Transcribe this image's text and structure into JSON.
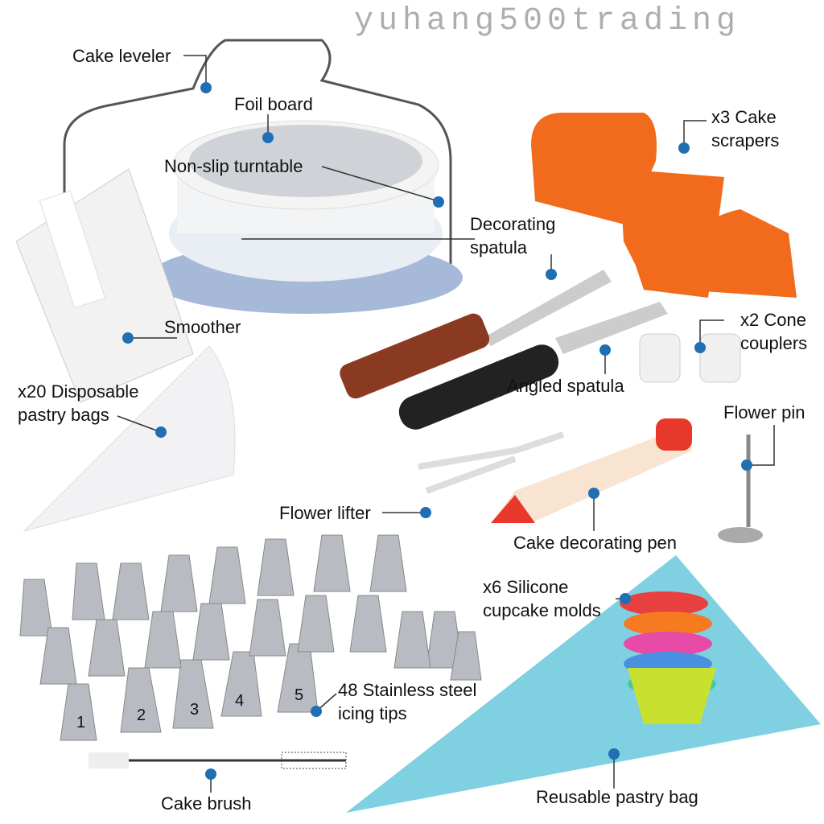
{
  "watermark": "yuhang500trading",
  "labels": {
    "cake_leveler": "Cake leveler",
    "foil_board": "Foil board",
    "turntable": "Non-slip turntable",
    "decorating_spatula": "Decorating\nspatula",
    "smoother": "Smoother",
    "scrapers": "x3 Cake\nscrapers",
    "couplers": "x2 Cone\ncouplers",
    "angled_spatula": "Angled spatula",
    "disposable_bags": "x20 Disposable\npastry bags",
    "flower_pin": "Flower pin",
    "flower_lifter": "Flower lifter",
    "decorating_pen": "Cake decorating pen",
    "cupcake_molds": "x6 Silicone\ncupcake molds",
    "icing_tips": "48 Stainless steel\nicing tips",
    "cake_brush": "Cake brush",
    "reusable_bag": "Reusable pastry bag"
  },
  "tip_numbers": [
    "1",
    "2",
    "3",
    "4",
    "5"
  ],
  "colors": {
    "dot": "#1f6fb2",
    "scraper": "#f26a1b",
    "reusable_bag": "#7fd0e0"
  }
}
